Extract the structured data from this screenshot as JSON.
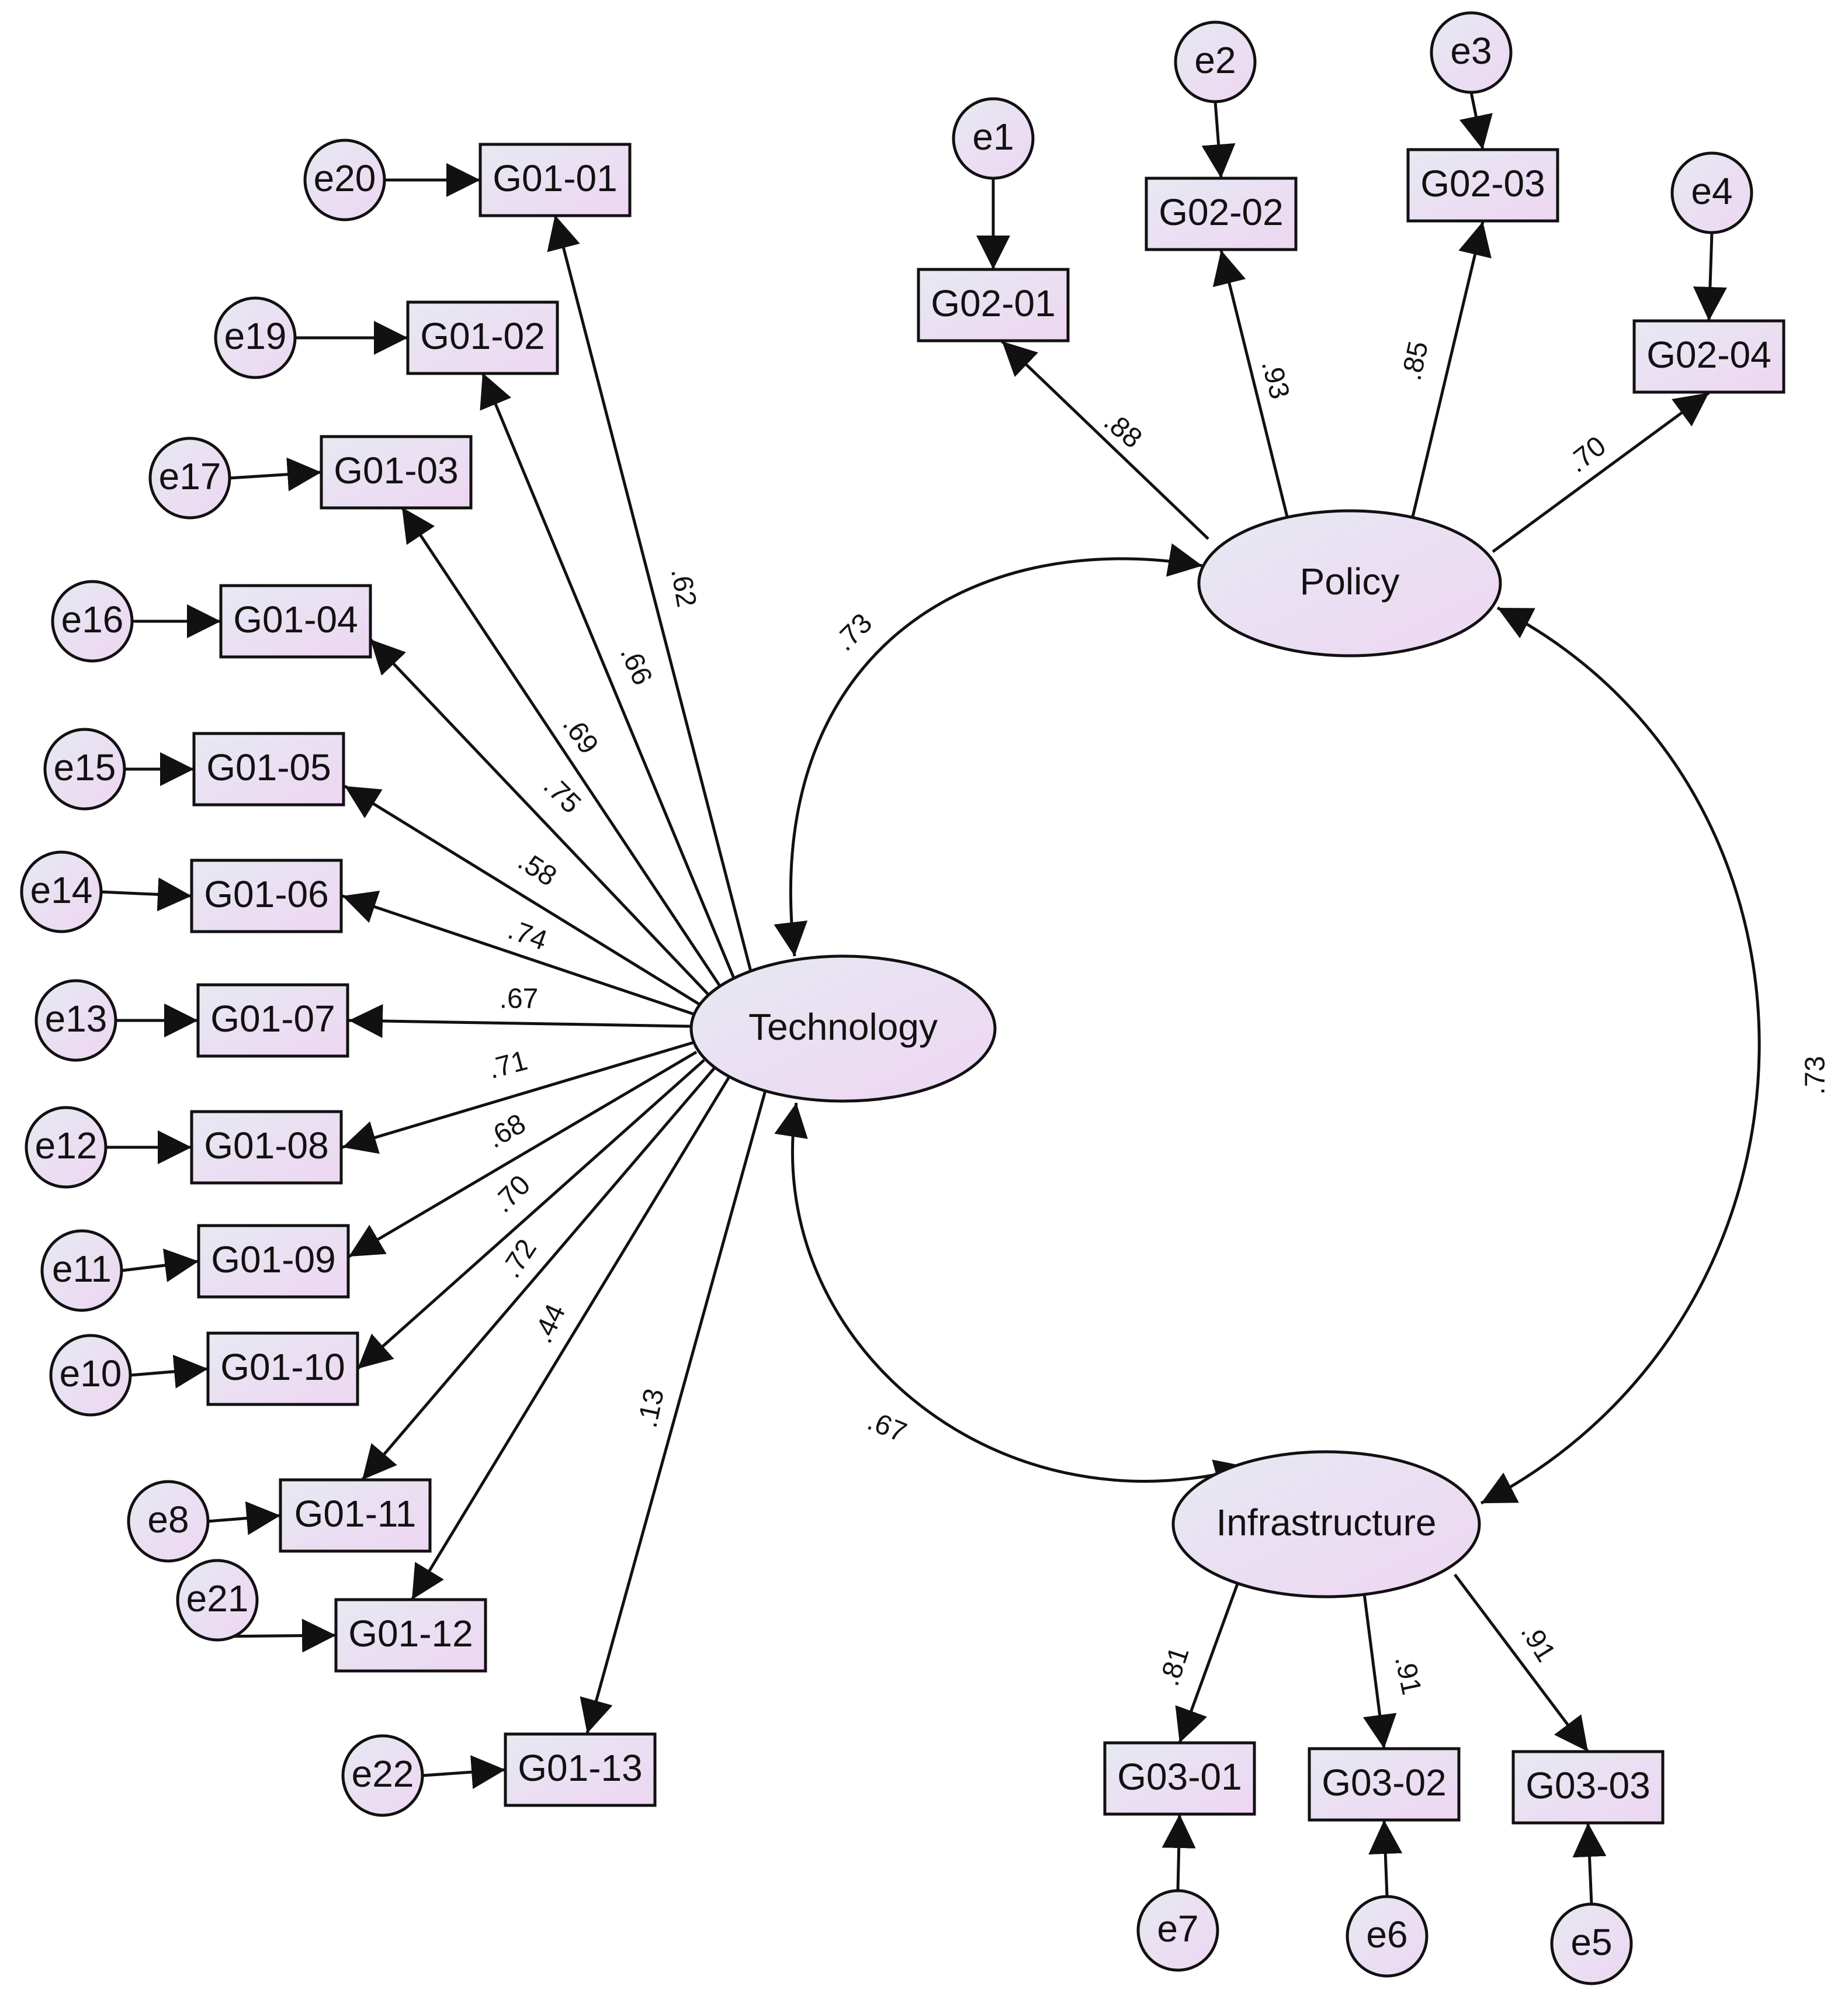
{
  "latents": [
    {
      "id": "technology",
      "label": "Technology"
    },
    {
      "id": "policy",
      "label": "Policy"
    },
    {
      "id": "infrastructure",
      "label": "Infrastructure"
    }
  ],
  "indicators": [
    {
      "id": "G01-01",
      "label": "G01-01",
      "factor": "technology",
      "loading": ".62",
      "error": "e20"
    },
    {
      "id": "G01-02",
      "label": "G01-02",
      "factor": "technology",
      "loading": ".66",
      "error": "e19"
    },
    {
      "id": "G01-03",
      "label": "G01-03",
      "factor": "technology",
      "loading": ".69",
      "error": "e17"
    },
    {
      "id": "G01-04",
      "label": "G01-04",
      "factor": "technology",
      "loading": ".75",
      "error": "e16"
    },
    {
      "id": "G01-05",
      "label": "G01-05",
      "factor": "technology",
      "loading": ".58",
      "error": "e15"
    },
    {
      "id": "G01-06",
      "label": "G01-06",
      "factor": "technology",
      "loading": ".74",
      "error": "e14"
    },
    {
      "id": "G01-07",
      "label": "G01-07",
      "factor": "technology",
      "loading": ".67",
      "error": "e13"
    },
    {
      "id": "G01-08",
      "label": "G01-08",
      "factor": "technology",
      "loading": ".71",
      "error": "e12"
    },
    {
      "id": "G01-09",
      "label": "G01-09",
      "factor": "technology",
      "loading": ".68",
      "error": "e11"
    },
    {
      "id": "G01-10",
      "label": "G01-10",
      "factor": "technology",
      "loading": ".70",
      "error": "e10"
    },
    {
      "id": "G01-11",
      "label": "G01-11",
      "factor": "technology",
      "loading": ".72",
      "error": "e8"
    },
    {
      "id": "G01-12",
      "label": "G01-12",
      "factor": "technology",
      "loading": ".44",
      "error": "e21"
    },
    {
      "id": "G01-13",
      "label": "G01-13",
      "factor": "technology",
      "loading": ".13",
      "error": "e22"
    },
    {
      "id": "G02-01",
      "label": "G02-01",
      "factor": "policy",
      "loading": ".88",
      "error": "e1"
    },
    {
      "id": "G02-02",
      "label": "G02-02",
      "factor": "policy",
      "loading": ".93",
      "error": "e2"
    },
    {
      "id": "G02-03",
      "label": "G02-03",
      "factor": "policy",
      "loading": ".85",
      "error": "e3"
    },
    {
      "id": "G02-04",
      "label": "G02-04",
      "factor": "policy",
      "loading": ".70",
      "error": "e4"
    },
    {
      "id": "G03-01",
      "label": "G03-01",
      "factor": "infrastructure",
      "loading": ".81",
      "error": "e7"
    },
    {
      "id": "G03-02",
      "label": "G03-02",
      "factor": "infrastructure",
      "loading": ".91",
      "error": "e6"
    },
    {
      "id": "G03-03",
      "label": "G03-03",
      "factor": "infrastructure",
      "loading": ".91",
      "error": "e5"
    }
  ],
  "correlations": [
    {
      "from": "technology",
      "to": "policy",
      "value": ".73"
    },
    {
      "from": "policy",
      "to": "infrastructure",
      "value": ".73"
    },
    {
      "from": "technology",
      "to": "infrastructure",
      "value": ".67"
    }
  ],
  "colors": {
    "node_fill_left": "#e6e9f2",
    "node_fill_right": "#eed6f2",
    "stroke": "#111111"
  }
}
